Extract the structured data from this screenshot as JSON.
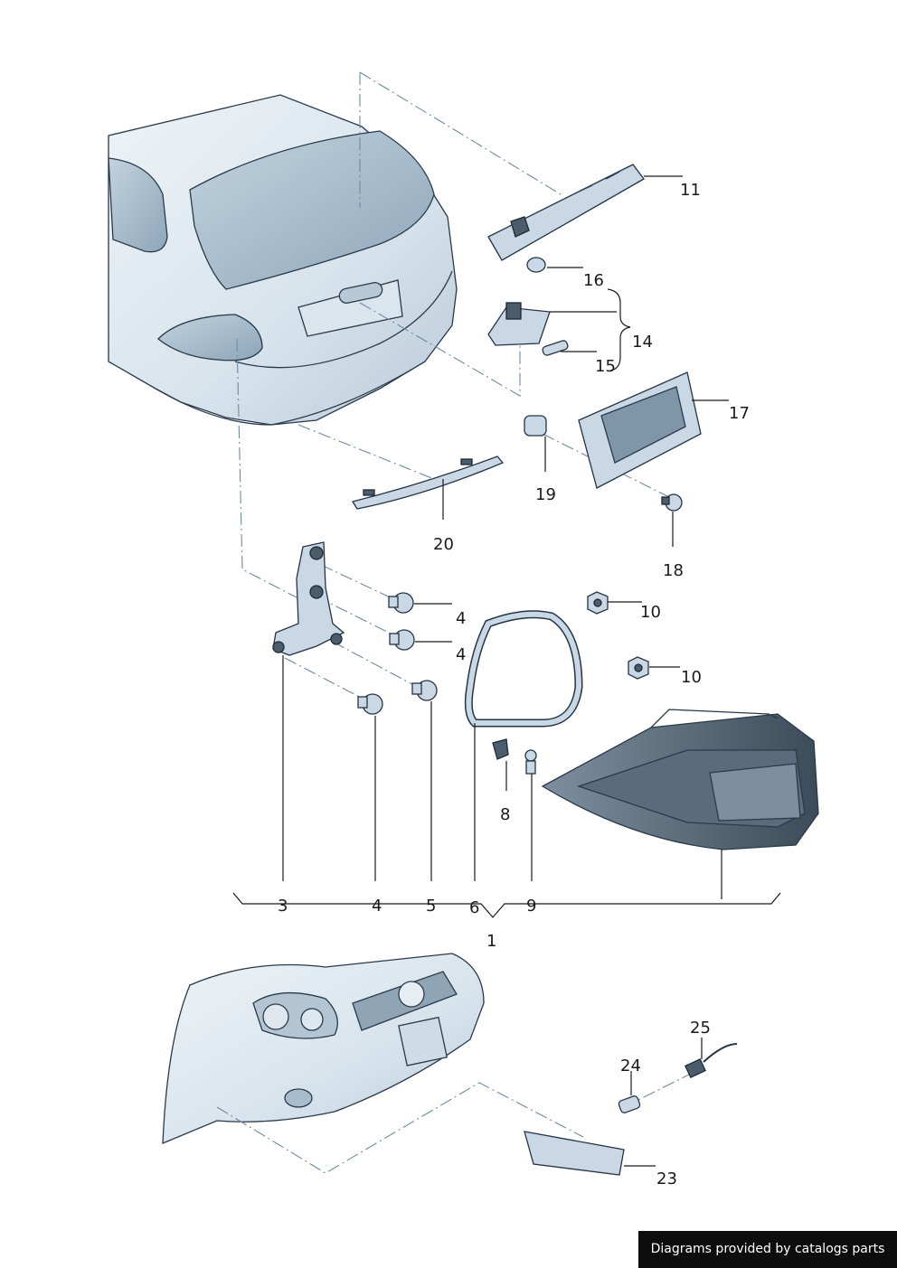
{
  "callouts": {
    "c11": "11",
    "c16": "16",
    "c14": "14",
    "c15": "15",
    "c17": "17",
    "c19": "19",
    "c20": "20",
    "c18": "18",
    "c4a": "4",
    "c4b": "4",
    "c10a": "10",
    "c10b": "10",
    "c8": "8",
    "c3": "3",
    "c4c": "4",
    "c5": "5",
    "c6": "6",
    "c9": "9",
    "c1": "1",
    "c25": "25",
    "c24": "24",
    "c23": "23"
  },
  "credit": "Diagrams provided by catalogs parts",
  "colors": {
    "part_fill": "#c9d8e4",
    "part_dark": "#4b5c6c",
    "dash_line": "#6d8aa3",
    "credit_bg": "#0d0d0d"
  }
}
